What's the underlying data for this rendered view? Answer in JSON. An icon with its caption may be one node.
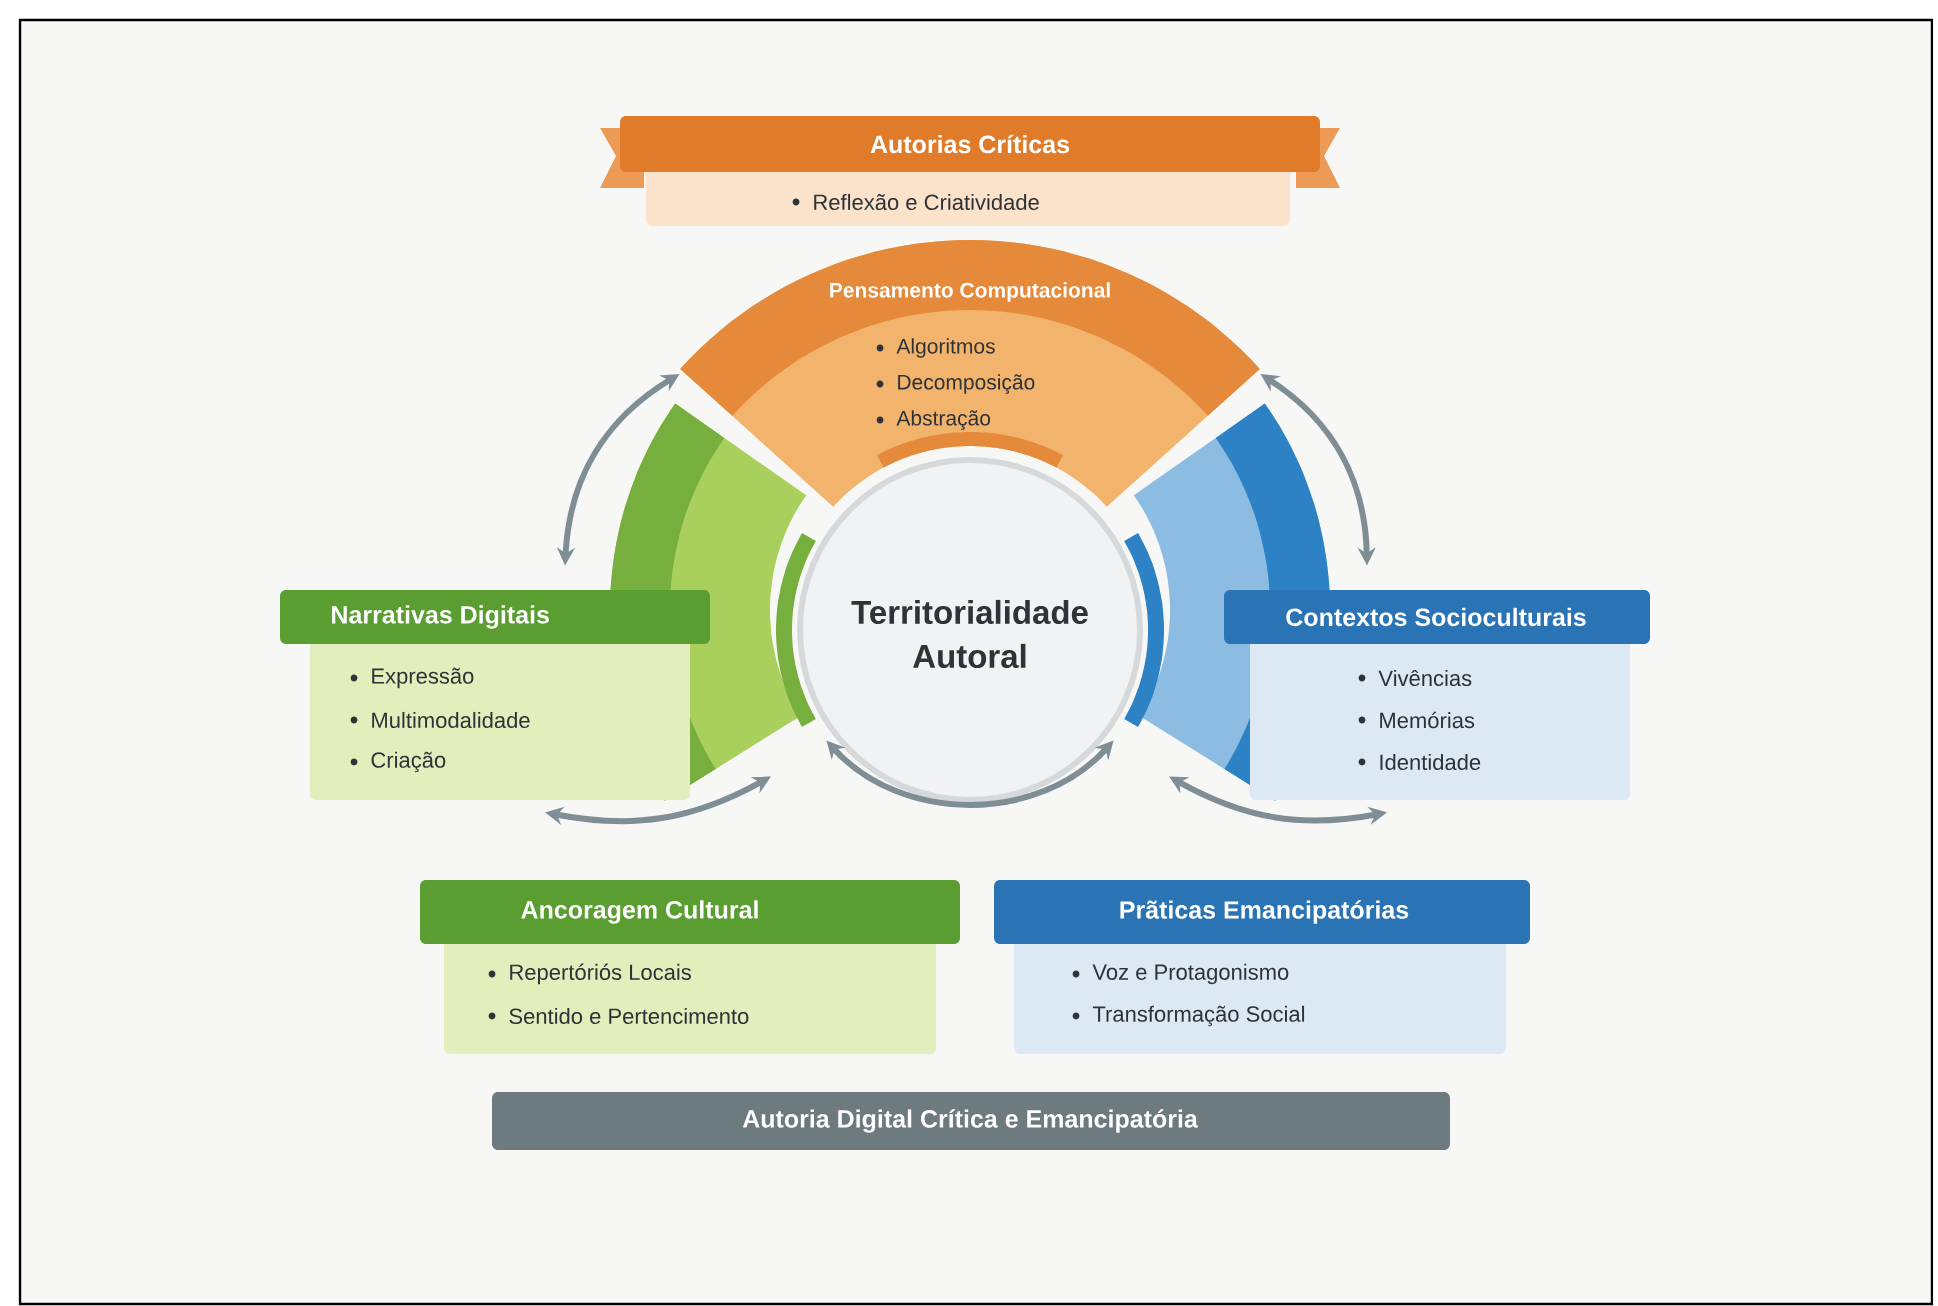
{
  "diagram": {
    "nodes": [
      {
        "text": [
          "Autorias Críticas",
          "Reflexão e Criatividade"
        ]
      },
      {
        "text": [
          "Pensamento Computacional",
          "Algoritmos",
          "Decomposição",
          "Abstração"
        ]
      },
      {
        "text": [
          "Narrativas Digitais",
          "Expressão",
          "Multimodalidade",
          "Criação"
        ]
      },
      {
        "text": [],
        "shape": "arc"
      },
      {
        "text": [
          "Territorialidade Autoral"
        ]
      },
      {
        "text": [],
        "shape": "arc"
      },
      {
        "text": [
          "Contextos Socioculturais",
          "Vivências",
          "Memórias",
          "Identidade"
        ]
      },
      {
        "text": [
          "Ancoragem Cultural",
          "Repertóriós Locais",
          "Sentido e Pertencimento"
        ]
      },
      {
        "text": [
          "Prãticas Emancipatórias",
          "Voz e Protagonismo",
          "Transformação Social"
        ]
      },
      {
        "text": [
          "Autoria Digital Crítica e Emancipatória"
        ]
      }
    ],
    "edges": [
      {
        "from": 1,
        "to": 2,
        "arrow": "both"
      },
      {
        "from": 1,
        "to": 6,
        "arrow": "both"
      },
      {
        "from": 2,
        "to": 3,
        "arrow": "both"
      },
      {
        "from": 3,
        "to": 5,
        "arrow": "both"
      },
      {
        "from": 5,
        "to": 6,
        "arrow": "both"
      }
    ]
  }
}
